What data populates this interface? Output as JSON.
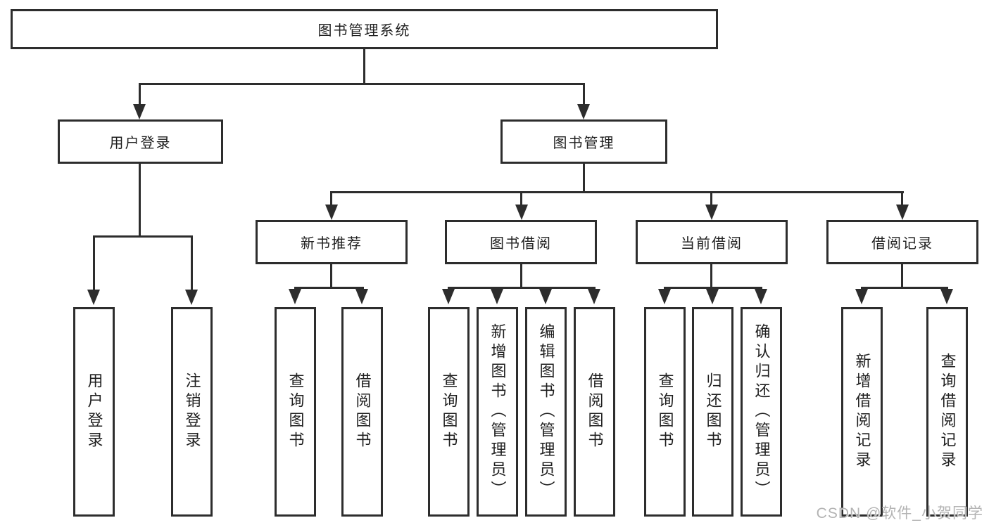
{
  "tree": {
    "root": {
      "label": "图书管理系统"
    },
    "level2": [
      {
        "label": "用户登录"
      },
      {
        "label": "图书管理"
      }
    ],
    "level3": [
      {
        "label": "新书推荐"
      },
      {
        "label": "图书借阅"
      },
      {
        "label": "当前借阅"
      },
      {
        "label": "借阅记录"
      }
    ],
    "leaves": {
      "login": [
        {
          "label": "用户登录"
        },
        {
          "label": "注销登录"
        }
      ],
      "recommend": [
        {
          "label": "查询图书"
        },
        {
          "label": "借阅图书"
        }
      ],
      "borrow": [
        {
          "label": "查询图书"
        },
        {
          "label": "新增图书（管理员）"
        },
        {
          "label": "编辑图书（管理员）"
        },
        {
          "label": "借阅图书"
        }
      ],
      "current": [
        {
          "label": "查询图书"
        },
        {
          "label": "归还图书"
        },
        {
          "label": "确认归还（管理员）"
        }
      ],
      "records": [
        {
          "label": "新增借阅记录"
        },
        {
          "label": "查询借阅记录"
        }
      ]
    }
  },
  "watermark": "CSDN @软件_小贺同学",
  "colors": {
    "line": "#2d2d2d",
    "box_border": "#2d2d2d",
    "text": "#1f1f1f",
    "watermark": "#b3b3b3",
    "background": "#ffffff"
  }
}
